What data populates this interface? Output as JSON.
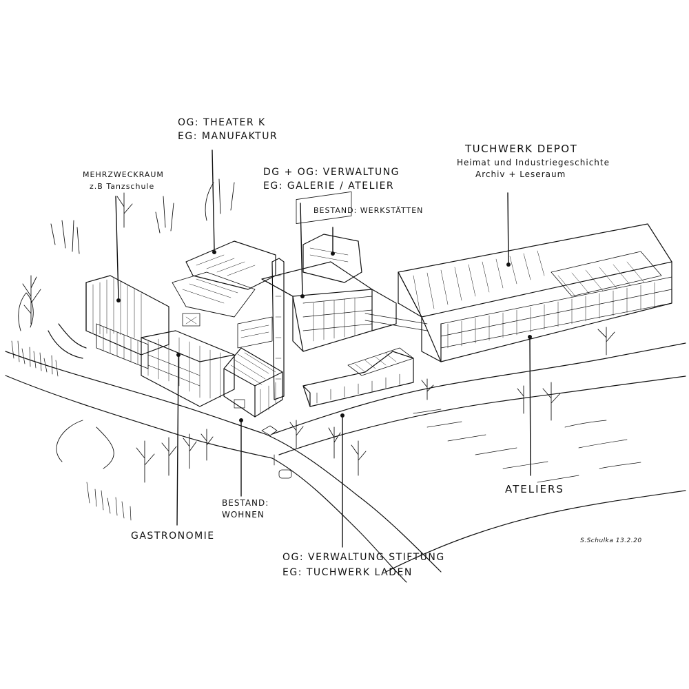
{
  "labels": {
    "theater": {
      "line1": "OG: THEATER K",
      "line2": "EG: MANUFAKTUR"
    },
    "mehrzweck": {
      "line1": "MEHRZWECKRAUM",
      "line2": "z.B Tanzschule"
    },
    "verwaltung": {
      "line1": "DG + OG: VERWALTUNG",
      "line2": "EG: GALERIE / ATELIER"
    },
    "werkstaetten": {
      "line1": "BESTAND: WERKSTÄTTEN"
    },
    "depot": {
      "line1": "TUCHWERK DEPOT",
      "line2": "Heimat und Industriegeschichte",
      "line3": "Archiv + Leseraum"
    },
    "ateliers": {
      "line1": "ATELIERS"
    },
    "gastronomie": {
      "line1": "GASTRONOMIE"
    },
    "wohnen": {
      "line1": "BESTAND:",
      "line2": "WOHNEN"
    },
    "stiftung": {
      "line1": "OG: VERWALTUNG STIFTUNG",
      "line2": "EG: TUCHWERK LADEN"
    }
  },
  "signature": "S.Schulka 13.2.20",
  "ink_color": "#111111"
}
